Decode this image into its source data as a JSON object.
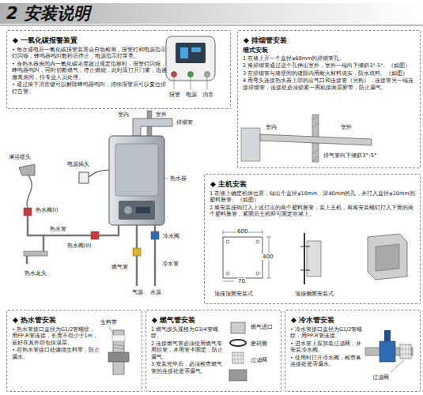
{
  "diagram": {
    "title": "2 安装说明",
    "nodes": [
      {
        "text": [
          "一氧化碳报警装置",
          "• 每次通电后一氧化碳报警装置会自动检测，报警灯和电源指示灯闪烁，蜂鸣器鸣叫数秒后停止，电源指示灯常亮。",
          "• 当热水器房间内一氧化碳浓度超过规定指标时，报警灯闪烁，蜂鸣器鸣叫，同时切断燃气，停止燃烧，此时应打开门窗，迅速撤离房间，待专业人员处理。",
          "• 通过按下消音键可以解除蜂鸣器鸣叫，持续报警后可以复位排灯告警。"
        ]
      },
      {
        "text": [
          "排烟管安装",
          "墙式安装",
          "1 在墙上开一个直径φ68mm的排烟管孔。",
          "2 将排烟管通过这个孔伸出室外，室外一端向下倾斜3°-5°。（如图）",
          "3 在排烟管与墙壁间的缝隙内用耐火材料填实，防水填料。（如图）",
          "4 用弯头连接热水器上部的出气口和连接管（另购），连接管另一端连接排烟管，连接处必须锁紧一周粘接两层胶带，防止漏气。"
        ]
      },
      {
        "text": [
          "主机安装",
          "1 在墙上确定机体位置，钻出个直径φ10mm、深40mm的孔，并打入直径φ10mm的塑料胀管。（如图）",
          "2 将安装挂钩打入上述打出的两个塑料胀管，装上主机，再将安装螺钉打入下面的两个塑料胀管，紧固后主机即可固定在墙上。"
        ]
      },
      {
        "text": [
          "热水管安装",
          "• 热水管接口直径为G1/2管螺纹，用PP-R管连接，长度不得少于1m，最好在其外部包保温层。",
          "• 在热水管接口处缠绕生料带，防止漏水。"
        ]
      },
      {
        "text": [
          "燃气管安装",
          "1 燃气接头规格为G3/4管螺纹。",
          "2 连接燃气管必须使用燃气专用软管，并用管卡固定，防止漏气。",
          "3 安装完毕后，必须检查燃气管的连接处是否漏气。"
        ]
      },
      {
        "text": [
          "冷水管安装",
          "• 冷水管接口直径为G1/2管螺纹，用PP-R管连接。",
          "• 进水管上应加装过滤网，并安装冷水阀。",
          "• 使用时打开冷水阀，检查各连接处是否漏水。"
        ]
      }
    ],
    "labels": [
      "报警",
      "电源",
      "消音",
      "室内",
      "室外",
      "电源插头",
      "排烟管",
      "热水器",
      "淋浴喷头",
      "热水阀(I)",
      "热水阀(II)",
      "冷水阀",
      "热水龙头",
      "燃气管",
      "热水管",
      "冷水管",
      "气源",
      "水源",
      "室内",
      "室外",
      "排气管向下倾斜3°-5°",
      "600",
      "400",
      "70",
      "顶挂顶面安装式",
      "顶挂侧面安装式",
      "生料带",
      "燃气进口",
      "密封圈",
      "过滤网",
      "过滤网"
    ]
  }
}
